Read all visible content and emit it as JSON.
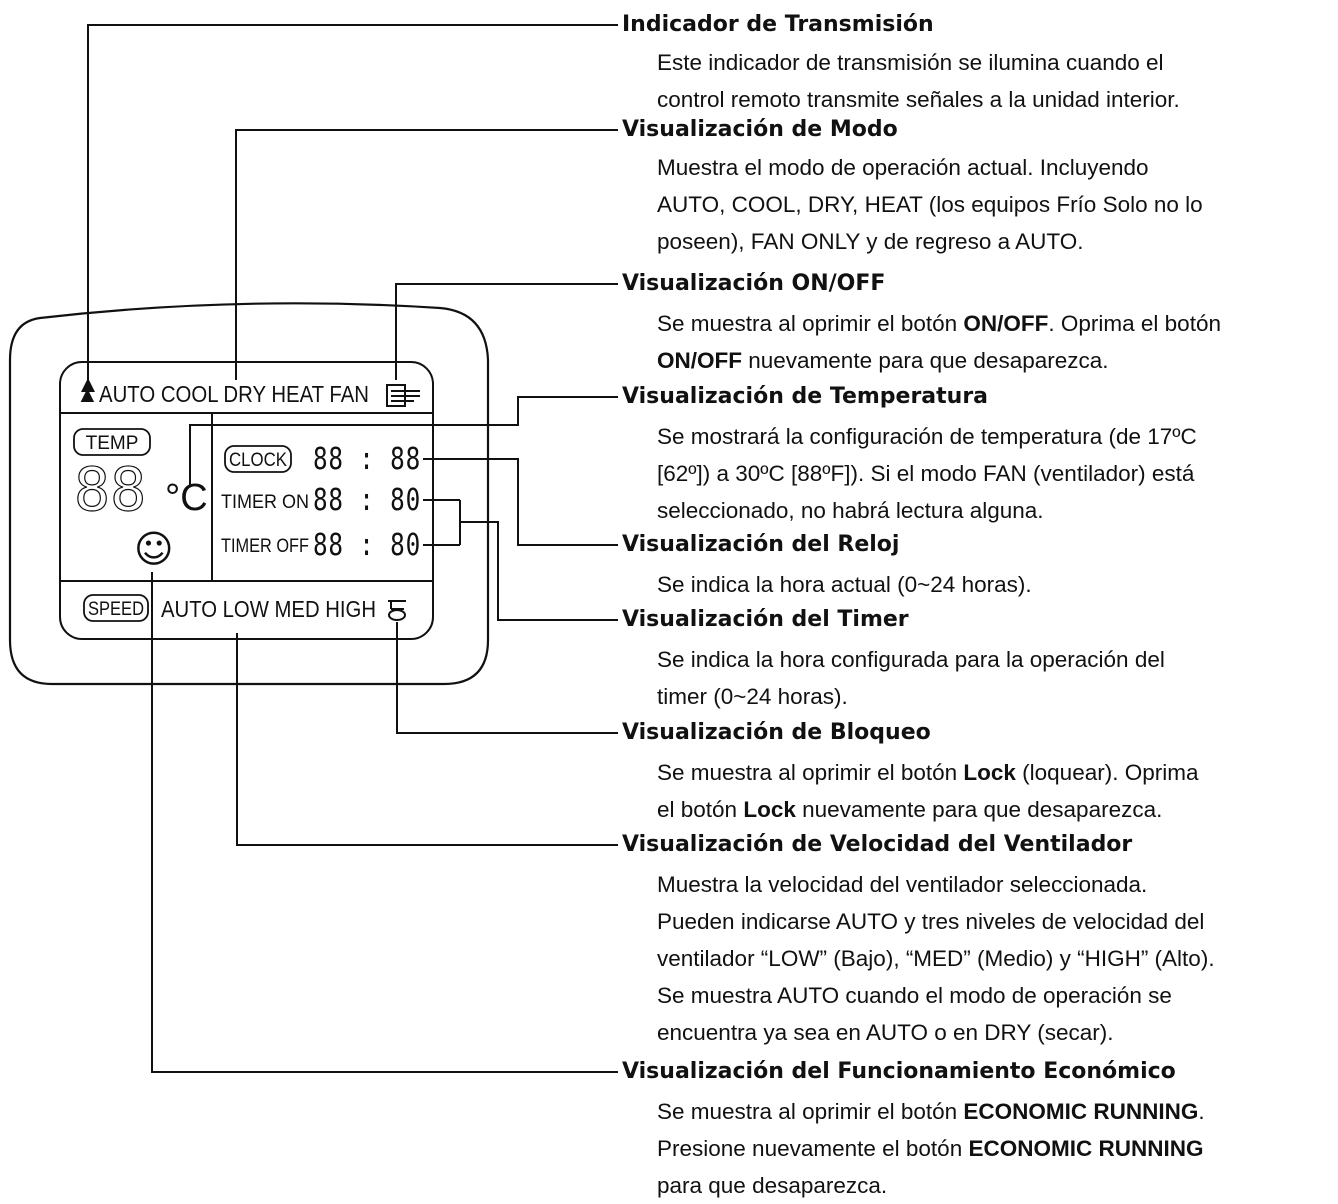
{
  "display": {
    "transmission_symbol": "▲",
    "modes": "AUTO COOL DRY HEAT FAN",
    "temp_label": "TEMP",
    "temp_digits": "88",
    "temp_unit": "°C",
    "clock_label": "CLOCK",
    "clock_digits": "88 : 88",
    "timer_on_label": "TIMER ON",
    "timer_on_digits": "88 : 80",
    "timer_off_label": "TIMER OFF",
    "timer_off_digits": "88 : 80",
    "smiley": "☺",
    "speed_label": "SPEED",
    "speeds": "AUTO LOW MED HIGH"
  },
  "items": [
    {
      "title": "Indicador de Transmisión",
      "text": [
        "Este indicador de transmisión se ilumina cuando el",
        "control remoto transmite señales a la unidad interior."
      ]
    },
    {
      "title": "Visualización de Modo",
      "text": [
        "Muestra el modo de operación actual. Incluyendo",
        "AUTO, COOL, DRY, HEAT (los equipos Frío Solo no lo",
        "poseen), FAN ONLY y de regreso a AUTO."
      ]
    },
    {
      "title": "Visualización ON/OFF",
      "text_a1": "Se muestra al oprimir el botón ",
      "bold_1": "ON/OFF",
      "text_a2": ". Oprima el botón",
      "bold_2": "ON/OFF",
      "text_a3": " nuevamente para que desaparezca."
    },
    {
      "title": "Visualización de Temperatura",
      "text": [
        "Se mostrará la configuración de temperatura (de 17ºC",
        "[62º]) a 30ºC [88ºF]). Si el modo FAN (ventilador) está",
        "seleccionado, no habrá lectura alguna."
      ]
    },
    {
      "title": "Visualización del Reloj",
      "text": [
        "Se indica la hora actual (0~24 horas)."
      ]
    },
    {
      "title": "Visualización del Timer",
      "text": [
        "Se indica la hora configurada para la operación del",
        "timer (0~24  horas)."
      ]
    },
    {
      "title": "Visualización de Bloqueo",
      "text_a1": "Se muestra al oprimir el botón ",
      "bold_1": "Lock",
      "text_a2": " (loquear). Oprima",
      "text_a3": "el botón ",
      "bold_2": "Lock",
      "text_a4": " nuevamente para que desaparezca."
    },
    {
      "title": "Visualización de Velocidad del Ventilador",
      "text": [
        "Muestra la velocidad del ventilador seleccionada.",
        "Pueden indicarse AUTO y tres niveles de velocidad del",
        "ventilador “LOW” (Bajo), “MED” (Medio) y “HIGH” (Alto).",
        "Se muestra AUTO cuando el modo de operación se",
        "encuentra ya sea en AUTO o en DRY (secar)."
      ]
    },
    {
      "title": "Visualización del Funcionamiento Económico",
      "text_a1": "Se muestra al oprimir el botón ",
      "bold_1": "ECONOMIC RUNNING",
      "text_a2": ".",
      "text_a3": "Presione nuevamente el botón ",
      "bold_2": "ECONOMIC RUNNING",
      "text_a4": "para que desaparezca."
    }
  ]
}
